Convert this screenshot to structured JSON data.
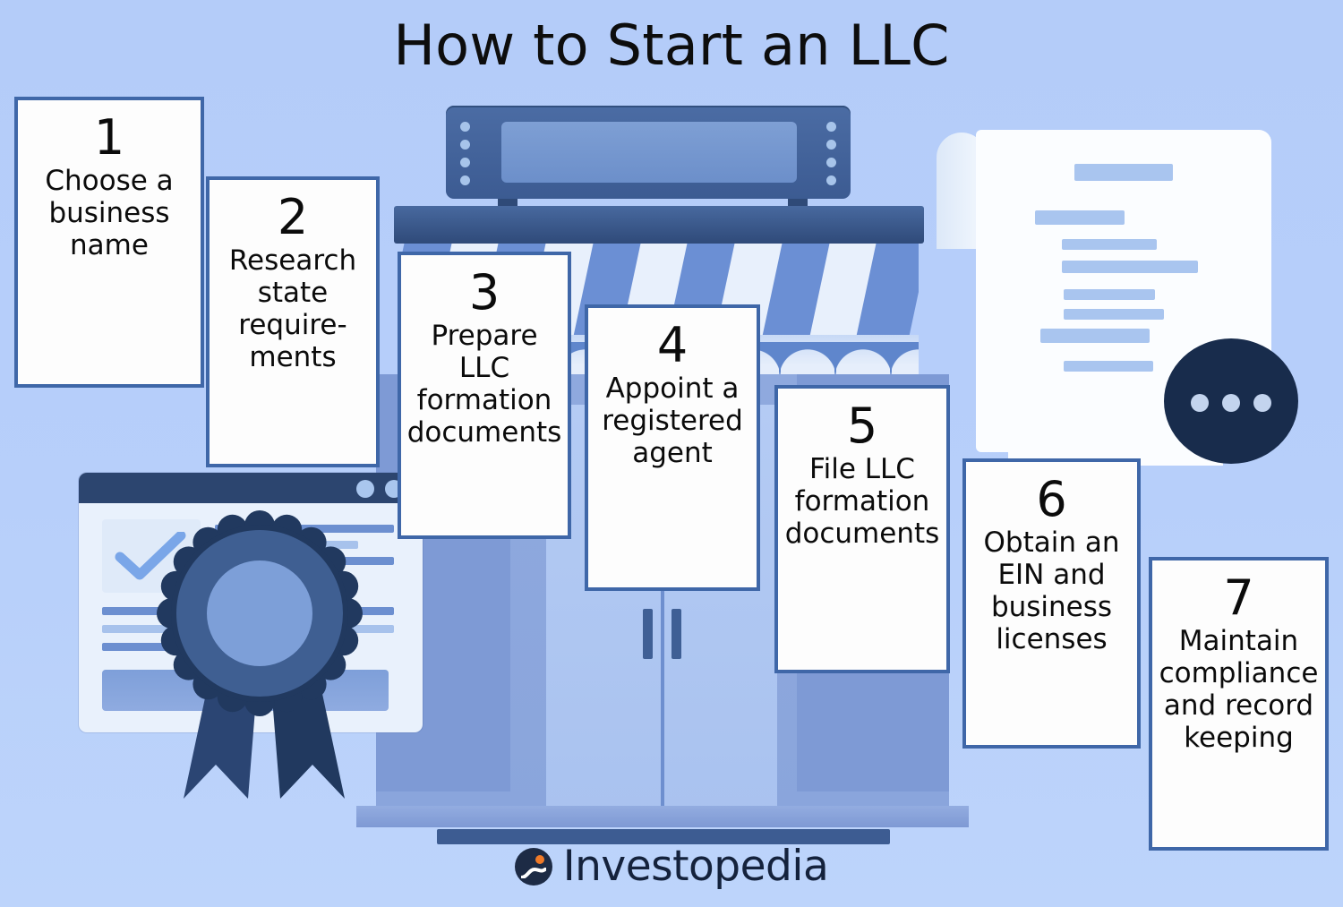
{
  "page": {
    "title": "How to Start an LLC",
    "background_color": "#b6cefa",
    "accent_color": "#3f67a8",
    "dark_color": "#1d2b45"
  },
  "steps": [
    {
      "number": "1",
      "label": "Choose a\nbusiness\nname"
    },
    {
      "number": "2",
      "label": "Research\nstate\nrequire-\nments"
    },
    {
      "number": "3",
      "label": "Prepare\nLLC\nformation\ndocuments"
    },
    {
      "number": "4",
      "label": "Appoint a\nregistered\nagent"
    },
    {
      "number": "5",
      "label": "File LLC\nformation\ndocuments"
    },
    {
      "number": "6",
      "label": "Obtain an\nEIN and\nbusiness\nlicenses"
    },
    {
      "number": "7",
      "label": "Maintain\ncompliance\nand record\nkeeping"
    }
  ],
  "footer": {
    "brand": "Investopedia",
    "logo_icon": "investopedia-swoosh-icon",
    "logo_dot_color": "#f07a28"
  },
  "illustration": {
    "storefront": {
      "sign_icon": "shop-sign-board",
      "awning_icon": "striped-awning",
      "awning_stripe_colors": [
        "#6b8fd4",
        "#e8f0fc"
      ],
      "door_icon": "double-glass-door"
    },
    "browser_window": {
      "icon": "browser-window",
      "titlebar_color": "#2c456f",
      "check_icon": "checkmark-icon"
    },
    "award_ribbon": {
      "icon": "award-rosette-icon",
      "color": "#21395f"
    },
    "document_scroll": {
      "icon": "document-scroll-icon"
    },
    "speech_bubble": {
      "icon": "speech-bubble-ellipsis-icon",
      "color": "#182c4c"
    }
  }
}
